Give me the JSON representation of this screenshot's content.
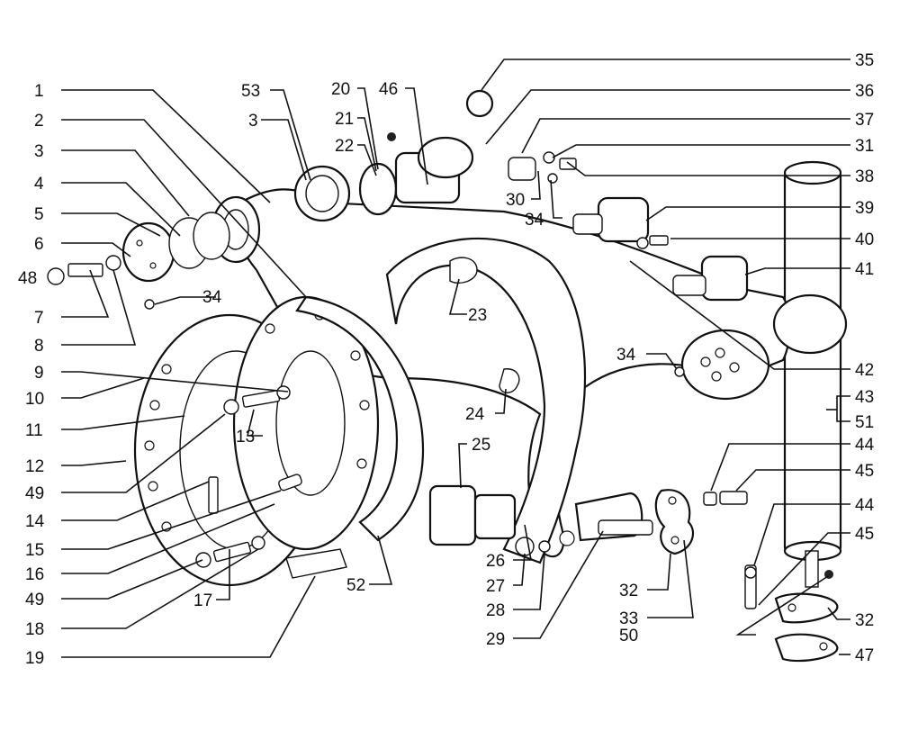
{
  "callouts": {
    "c1": "1",
    "c2": "2",
    "c3": "3",
    "c3b": "3",
    "c4": "4",
    "c5": "5",
    "c6": "6",
    "c7": "7",
    "c8": "8",
    "c9": "9",
    "c10": "10",
    "c11": "11",
    "c12": "12",
    "c13": "13",
    "c14": "14",
    "c15": "15",
    "c16": "16",
    "c17": "17",
    "c18": "18",
    "c19": "19",
    "c20": "20",
    "c21": "21",
    "c22": "22",
    "c23": "23",
    "c24": "24",
    "c25": "25",
    "c26": "26",
    "c27": "27",
    "c28": "28",
    "c29": "29",
    "c30": "30",
    "c31": "31",
    "c32": "32",
    "c32b": "32",
    "c33": "33",
    "c34a": "34",
    "c34b": "34",
    "c34c": "34",
    "c35": "35",
    "c36": "36",
    "c37": "37",
    "c38": "38",
    "c39": "39",
    "c40": "40",
    "c41": "41",
    "c42": "42",
    "c43": "43",
    "c44": "44",
    "c44b": "44",
    "c45": "45",
    "c45b": "45",
    "c46": "46",
    "c47": "47",
    "c48": "48",
    "c49": "49",
    "c49b": "49",
    "c50": "50",
    "c51": "51",
    "c52": "52",
    "c53": "53"
  }
}
